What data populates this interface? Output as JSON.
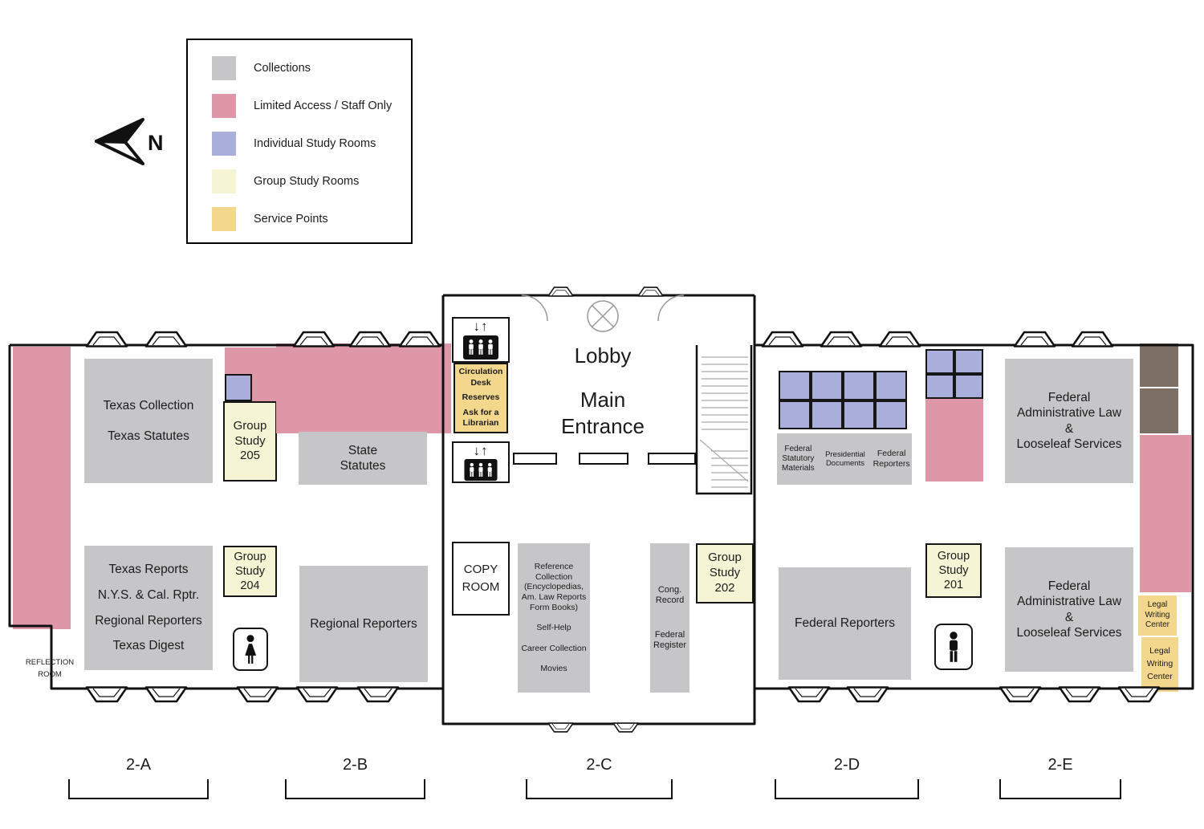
{
  "legend": {
    "items": [
      {
        "key": "collections",
        "label": "Collections",
        "color": "#c6c6c8"
      },
      {
        "key": "limited",
        "label": "Limited Access / Staff Only",
        "color": "#dd97a6"
      },
      {
        "key": "individual",
        "label": "Individual Study Rooms",
        "color": "#a9aeda"
      },
      {
        "key": "group",
        "label": "Group Study Rooms",
        "color": "#f5f5d5"
      },
      {
        "key": "service",
        "label": "Service Points",
        "color": "#f3d78d"
      }
    ]
  },
  "compass": {
    "label": "N"
  },
  "colors": {
    "collections": "#c6c6c8",
    "limited_access": "#dd97a6",
    "individual_study": "#a9aeda",
    "group_study": "#f5f5d5",
    "service_point": "#f3d78d",
    "utility": "#7c6f66"
  },
  "lobby": {
    "title": "Lobby",
    "subtitle": "Main Entrance"
  },
  "elevator": {
    "arrows": "↓↑"
  },
  "rooms": {
    "texas_collection": {
      "line1": "Texas Collection",
      "line2": "Texas Statutes"
    },
    "group_study_205": {
      "line1": "Group",
      "line2": "Study",
      "line3": "205"
    },
    "state_statutes": {
      "line1": "State",
      "line2": "Statutes"
    },
    "circulation_desk": {
      "line1": "Circulation",
      "line2": "Desk",
      "line3": "Reserves",
      "line4": "Ask for a",
      "line5": "Librarian"
    },
    "federal_collections_label": {
      "left": "Federal Statutory Materials",
      "center": "Presidential Documents",
      "right": "Federal Reporters"
    },
    "federal_admin_north": {
      "line1": "Federal",
      "line2": "Administrative Law",
      "line3": "&",
      "line4": "Looseleaf Services"
    },
    "reflection_room": {
      "line1": "REFLECTION",
      "line2": "ROOM"
    },
    "texas_reports": {
      "line1": "Texas Reports",
      "line2": "N.Y.S. & Cal. Rptr.",
      "line3": "Regional Reporters",
      "line4": "Texas Digest"
    },
    "group_study_204": {
      "line1": "Group",
      "line2": "Study",
      "line3": "204"
    },
    "regional_reporters": {
      "label": "Regional Reporters"
    },
    "copy_room": {
      "line1": "COPY",
      "line2": "ROOM"
    },
    "reference_collection": {
      "line1": "Reference",
      "line2": "Collection",
      "line3": "(Encyclopedias,",
      "line4": "Am. Law Reports",
      "line5": "Form Books)",
      "line6": "Self-Help",
      "line7": "Career Collection",
      "line8": "Movies"
    },
    "congressional": {
      "top": "Cong. Record",
      "bottom": "Federal Register"
    },
    "group_study_202": {
      "line1": "Group",
      "line2": "Study",
      "line3": "202"
    },
    "federal_reporters": {
      "label": "Federal Reporters"
    },
    "group_study_201": {
      "line1": "Group",
      "line2": "Study",
      "line3": "201"
    },
    "federal_admin_south": {
      "line1": "Federal",
      "line2": "Administrative Law",
      "line3": "&",
      "line4": "Looseleaf Services"
    },
    "legal_writing_north": {
      "line1": "Legal",
      "line2": "Writing",
      "line3": "Center"
    },
    "legal_writing_south": {
      "line1": "Legal",
      "line2": "Writing",
      "line3": "Center"
    }
  },
  "sections": {
    "a": "2-A",
    "b": "2-B",
    "c": "2-C",
    "d": "2-D",
    "e": "2-E"
  }
}
